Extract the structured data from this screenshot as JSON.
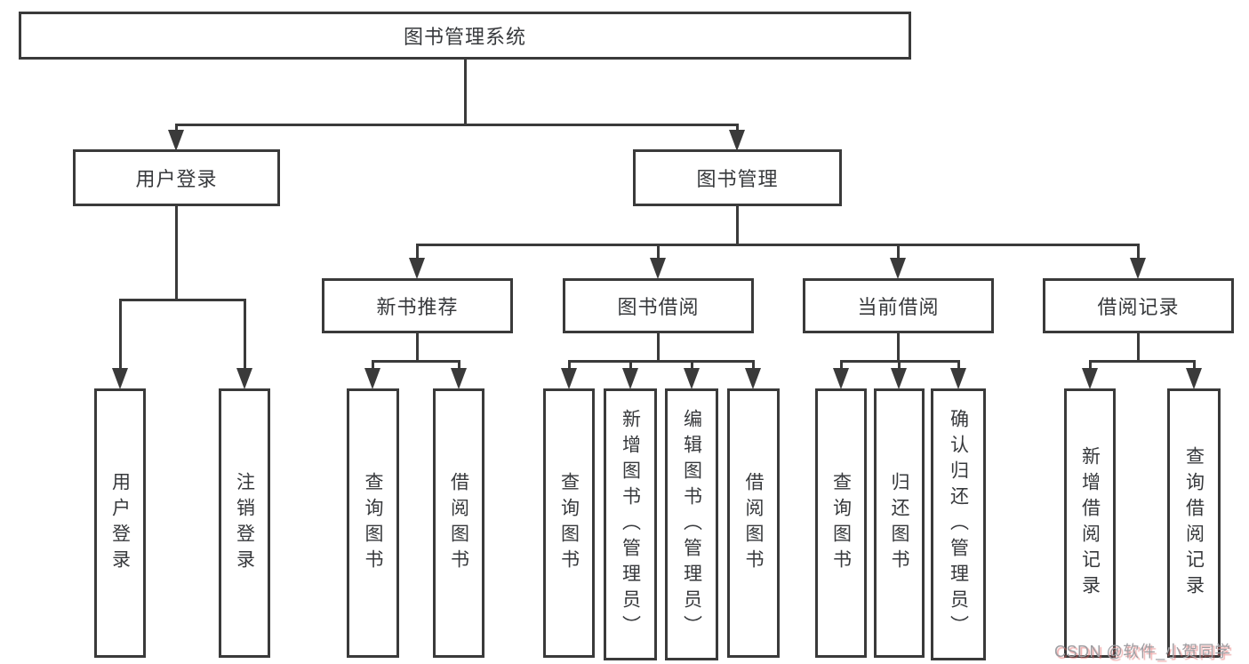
{
  "diagram": {
    "root": {
      "label": "图书管理系统"
    },
    "branches": [
      {
        "label": "用户登录",
        "children": [
          {
            "label": "用户登录"
          },
          {
            "label": "注销登录"
          }
        ]
      },
      {
        "label": "图书管理",
        "children": [
          {
            "label": "新书推荐",
            "children": [
              {
                "label": "查询图书"
              },
              {
                "label": "借阅图书"
              }
            ]
          },
          {
            "label": "图书借阅",
            "children": [
              {
                "label": "查询图书"
              },
              {
                "label": "新增图书（管理员）"
              },
              {
                "label": "编辑图书（管理员）"
              },
              {
                "label": "借阅图书"
              }
            ]
          },
          {
            "label": "当前借阅",
            "children": [
              {
                "label": "查询图书"
              },
              {
                "label": "归还图书"
              },
              {
                "label": "确认归还（管理员）"
              }
            ]
          },
          {
            "label": "借阅记录",
            "children": [
              {
                "label": "新增借阅记录"
              },
              {
                "label": "查询借阅记录"
              }
            ]
          }
        ]
      }
    ]
  },
  "watermark": {
    "text": "CSDN @软件_小贺同学"
  },
  "colors": {
    "line": "#3a3a3a",
    "text": "#37393c",
    "background": "#ffffff",
    "watermark": "#9e9ea2",
    "watermark_shadow": "#e26464"
  }
}
